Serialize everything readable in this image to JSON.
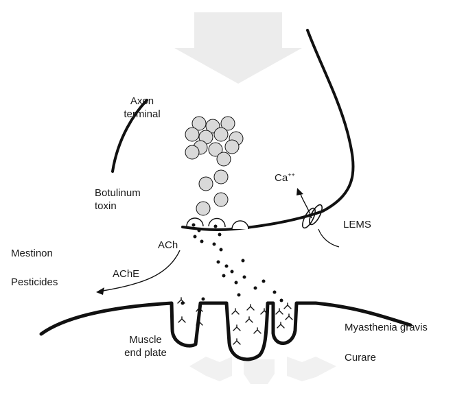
{
  "labels": {
    "axon_terminal": [
      "Axon",
      "terminal"
    ],
    "botulinum_toxin": [
      "Botulinum",
      "toxin"
    ],
    "calcium": "Ca",
    "calcium_charge": "++",
    "lems": "LEMS",
    "ach": "ACh",
    "mestinon": "Mestinon",
    "ache": "AChE",
    "pesticides": "Pesticides",
    "muscle_end_plate": [
      "Muscle",
      "end plate"
    ],
    "myasthenia_gravis": "Myasthenia gravis",
    "curare": "Curare"
  },
  "colors": {
    "stroke": "#111111",
    "vesicle_fill": "#d9d9d9",
    "shadow_arrow": "#ececec",
    "shadow_arrow_bottom": "#f1f1f1"
  }
}
